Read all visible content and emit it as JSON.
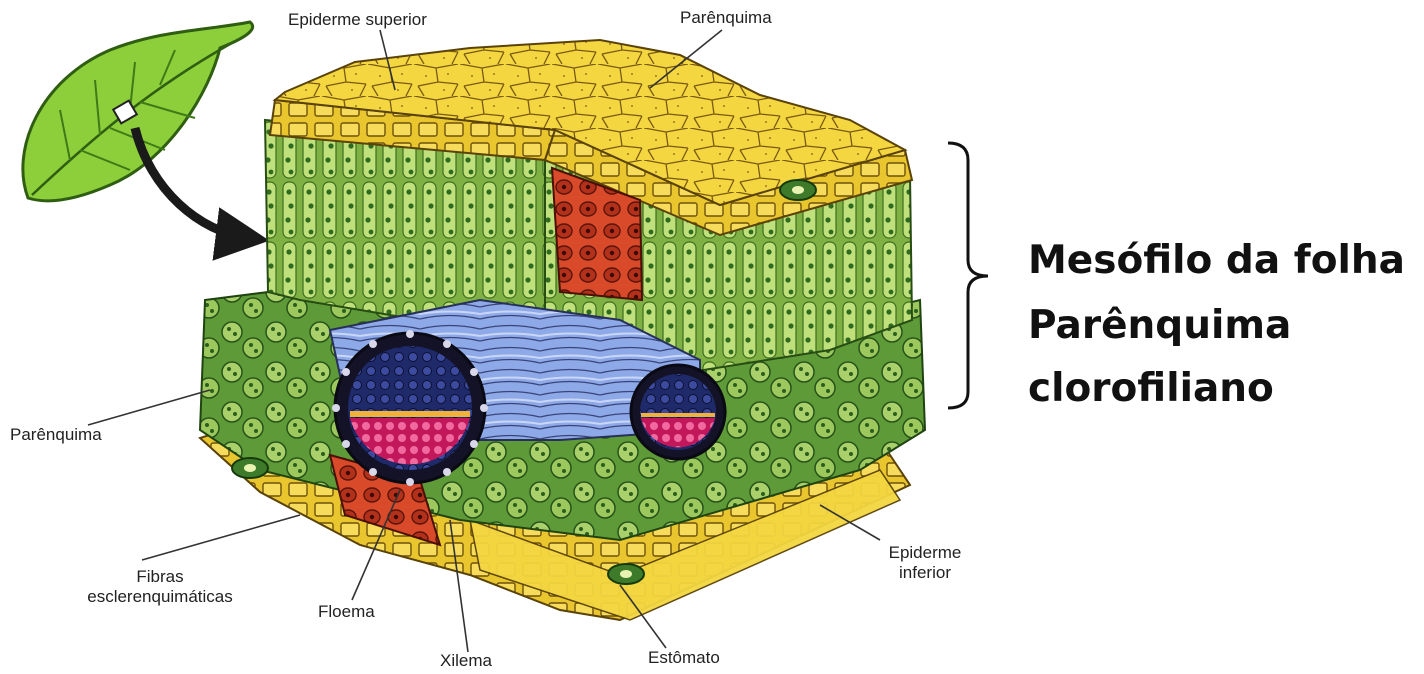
{
  "labels": {
    "epiderme_superior": "Epiderme superior",
    "parenquima_top": "Parênquima",
    "parenquima_left": "Parênquima",
    "fibras_line1": "Fibras",
    "fibras_line2": "esclerenquimáticas",
    "floema": "Floema",
    "xilema": "Xilema",
    "estomato": "Estômato",
    "epiderme_inferior_line1": "Epiderme",
    "epiderme_inferior_line2": "inferior"
  },
  "annotation": {
    "line1": "Mesófilo da folha",
    "line2": "Parênquima",
    "line3": "clorofiliano"
  },
  "colors": {
    "epidermis_yellow": "#f2d23a",
    "palisade_green": "#8fc24a",
    "cell_dark_green": "#2e6b1f",
    "xylem_blue": "#7f9de0",
    "phloem_pink": "#e0407a",
    "sclerenchyma_red": "#d9482b",
    "bundle_navy": "#1c1a3a",
    "leaf_green": "#8ccf3a"
  }
}
